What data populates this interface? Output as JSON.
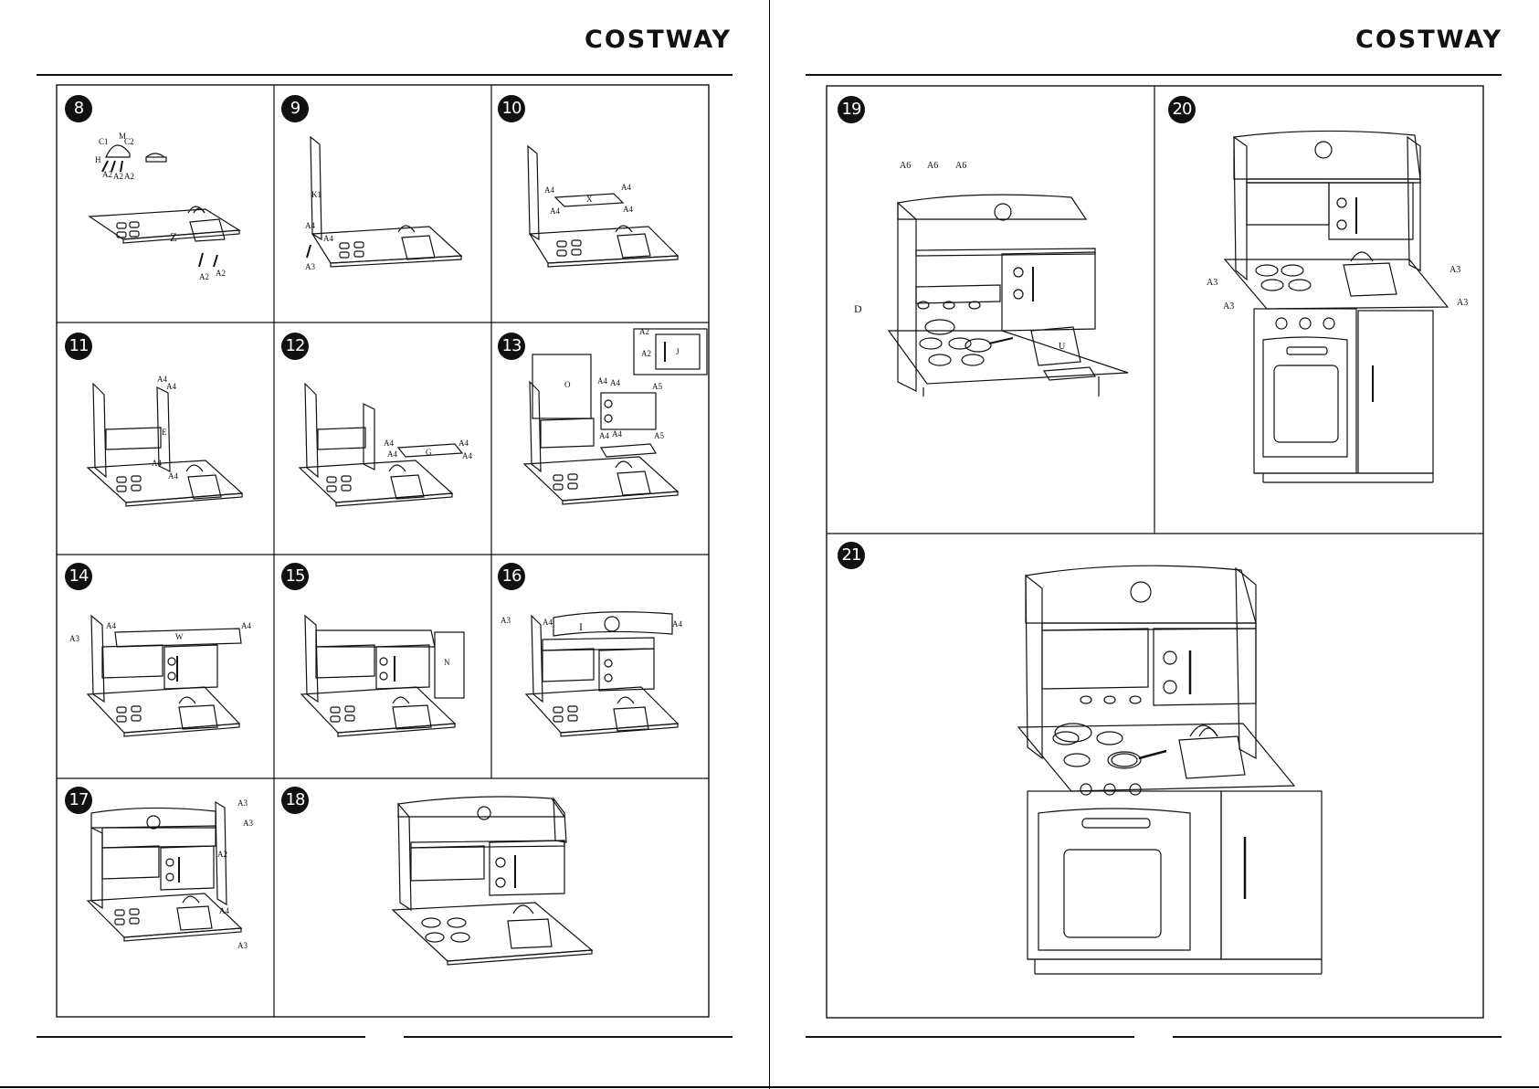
{
  "brand": "COSTWAY",
  "steps": {
    "s8": "8",
    "s9": "9",
    "s10": "10",
    "s11": "11",
    "s12": "12",
    "s13": "13",
    "s14": "14",
    "s15": "15",
    "s16": "16",
    "s17": "17",
    "s18": "18",
    "s19": "19",
    "s20": "20",
    "s21": "21"
  },
  "labels": {
    "A2": "A2",
    "A3": "A3",
    "A4": "A4",
    "A5": "A5",
    "A6": "A6",
    "Z": "Z",
    "K1": "K1",
    "X": "X",
    "E": "E",
    "G": "G",
    "O": "O",
    "J": "J",
    "W": "W",
    "N": "N",
    "I": "I",
    "D": "D",
    "U": "U",
    "M": "M",
    "C1": "C1",
    "C2": "C2",
    "H": "H"
  }
}
